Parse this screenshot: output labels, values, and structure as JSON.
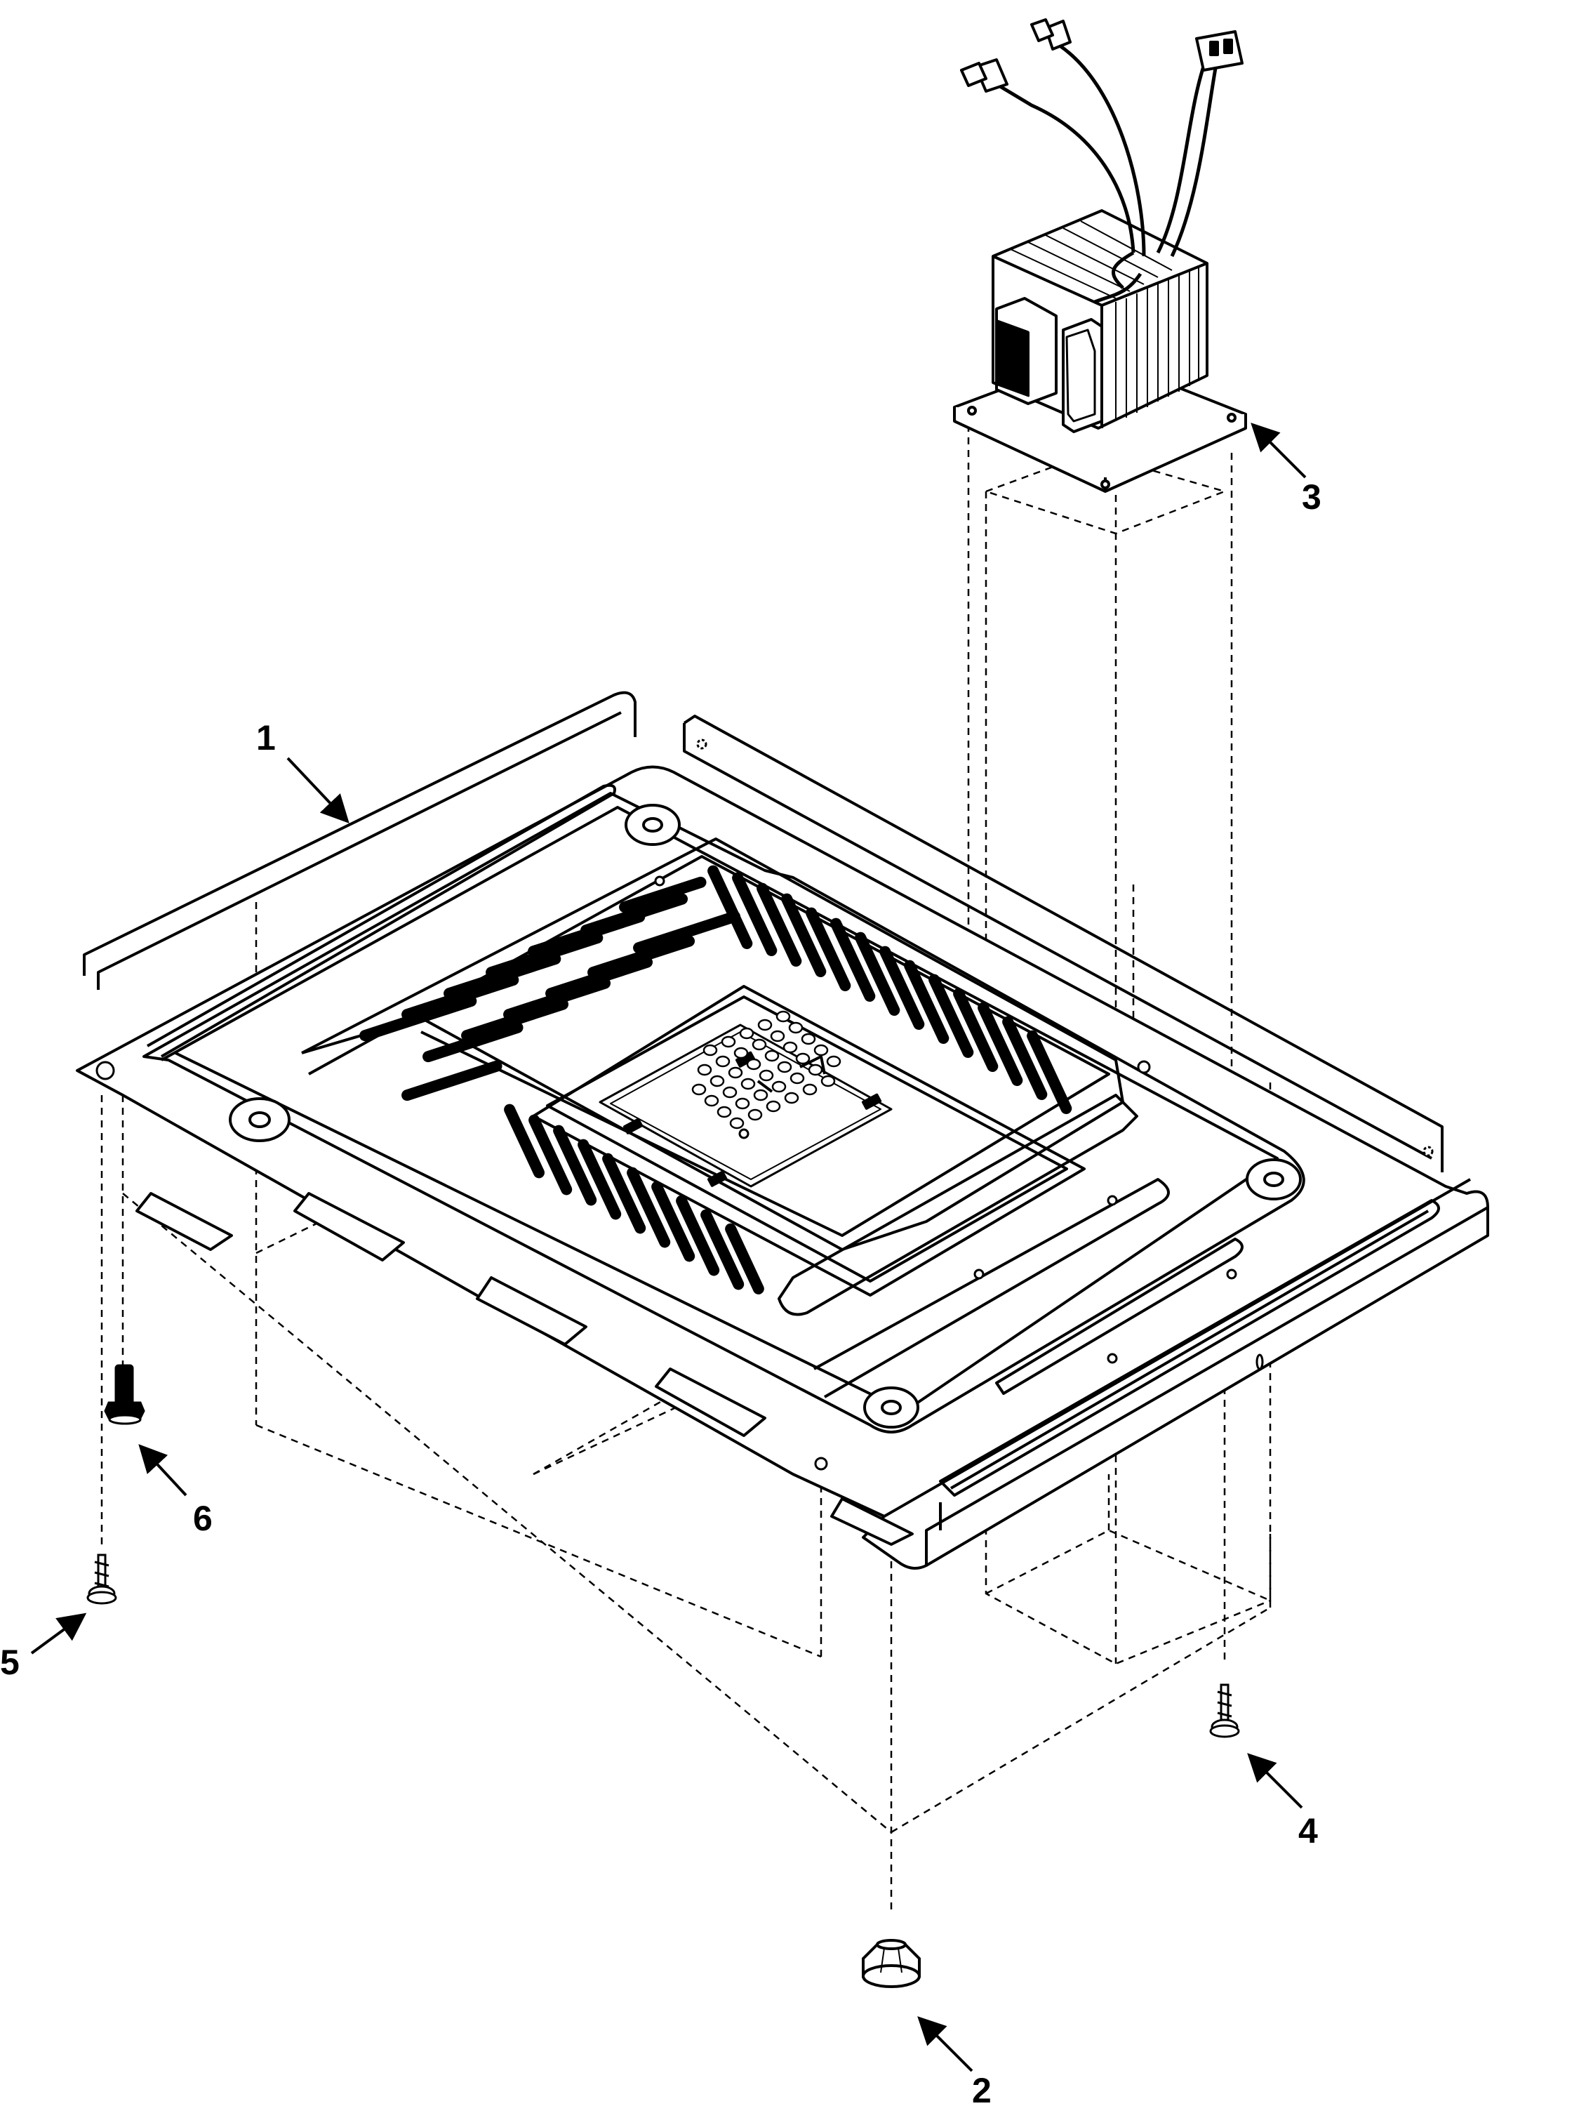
{
  "callouts": [
    {
      "id": "1",
      "label": "1",
      "part": "base plate"
    },
    {
      "id": "2",
      "label": "2",
      "part": "foot"
    },
    {
      "id": "3",
      "label": "3",
      "part": "transformer"
    },
    {
      "id": "4",
      "label": "4",
      "part": "screw"
    },
    {
      "id": "5",
      "label": "5",
      "part": "screw"
    },
    {
      "id": "6",
      "label": "6",
      "part": "bolt"
    }
  ],
  "colors": {
    "line": "#000000",
    "background": "#ffffff"
  }
}
